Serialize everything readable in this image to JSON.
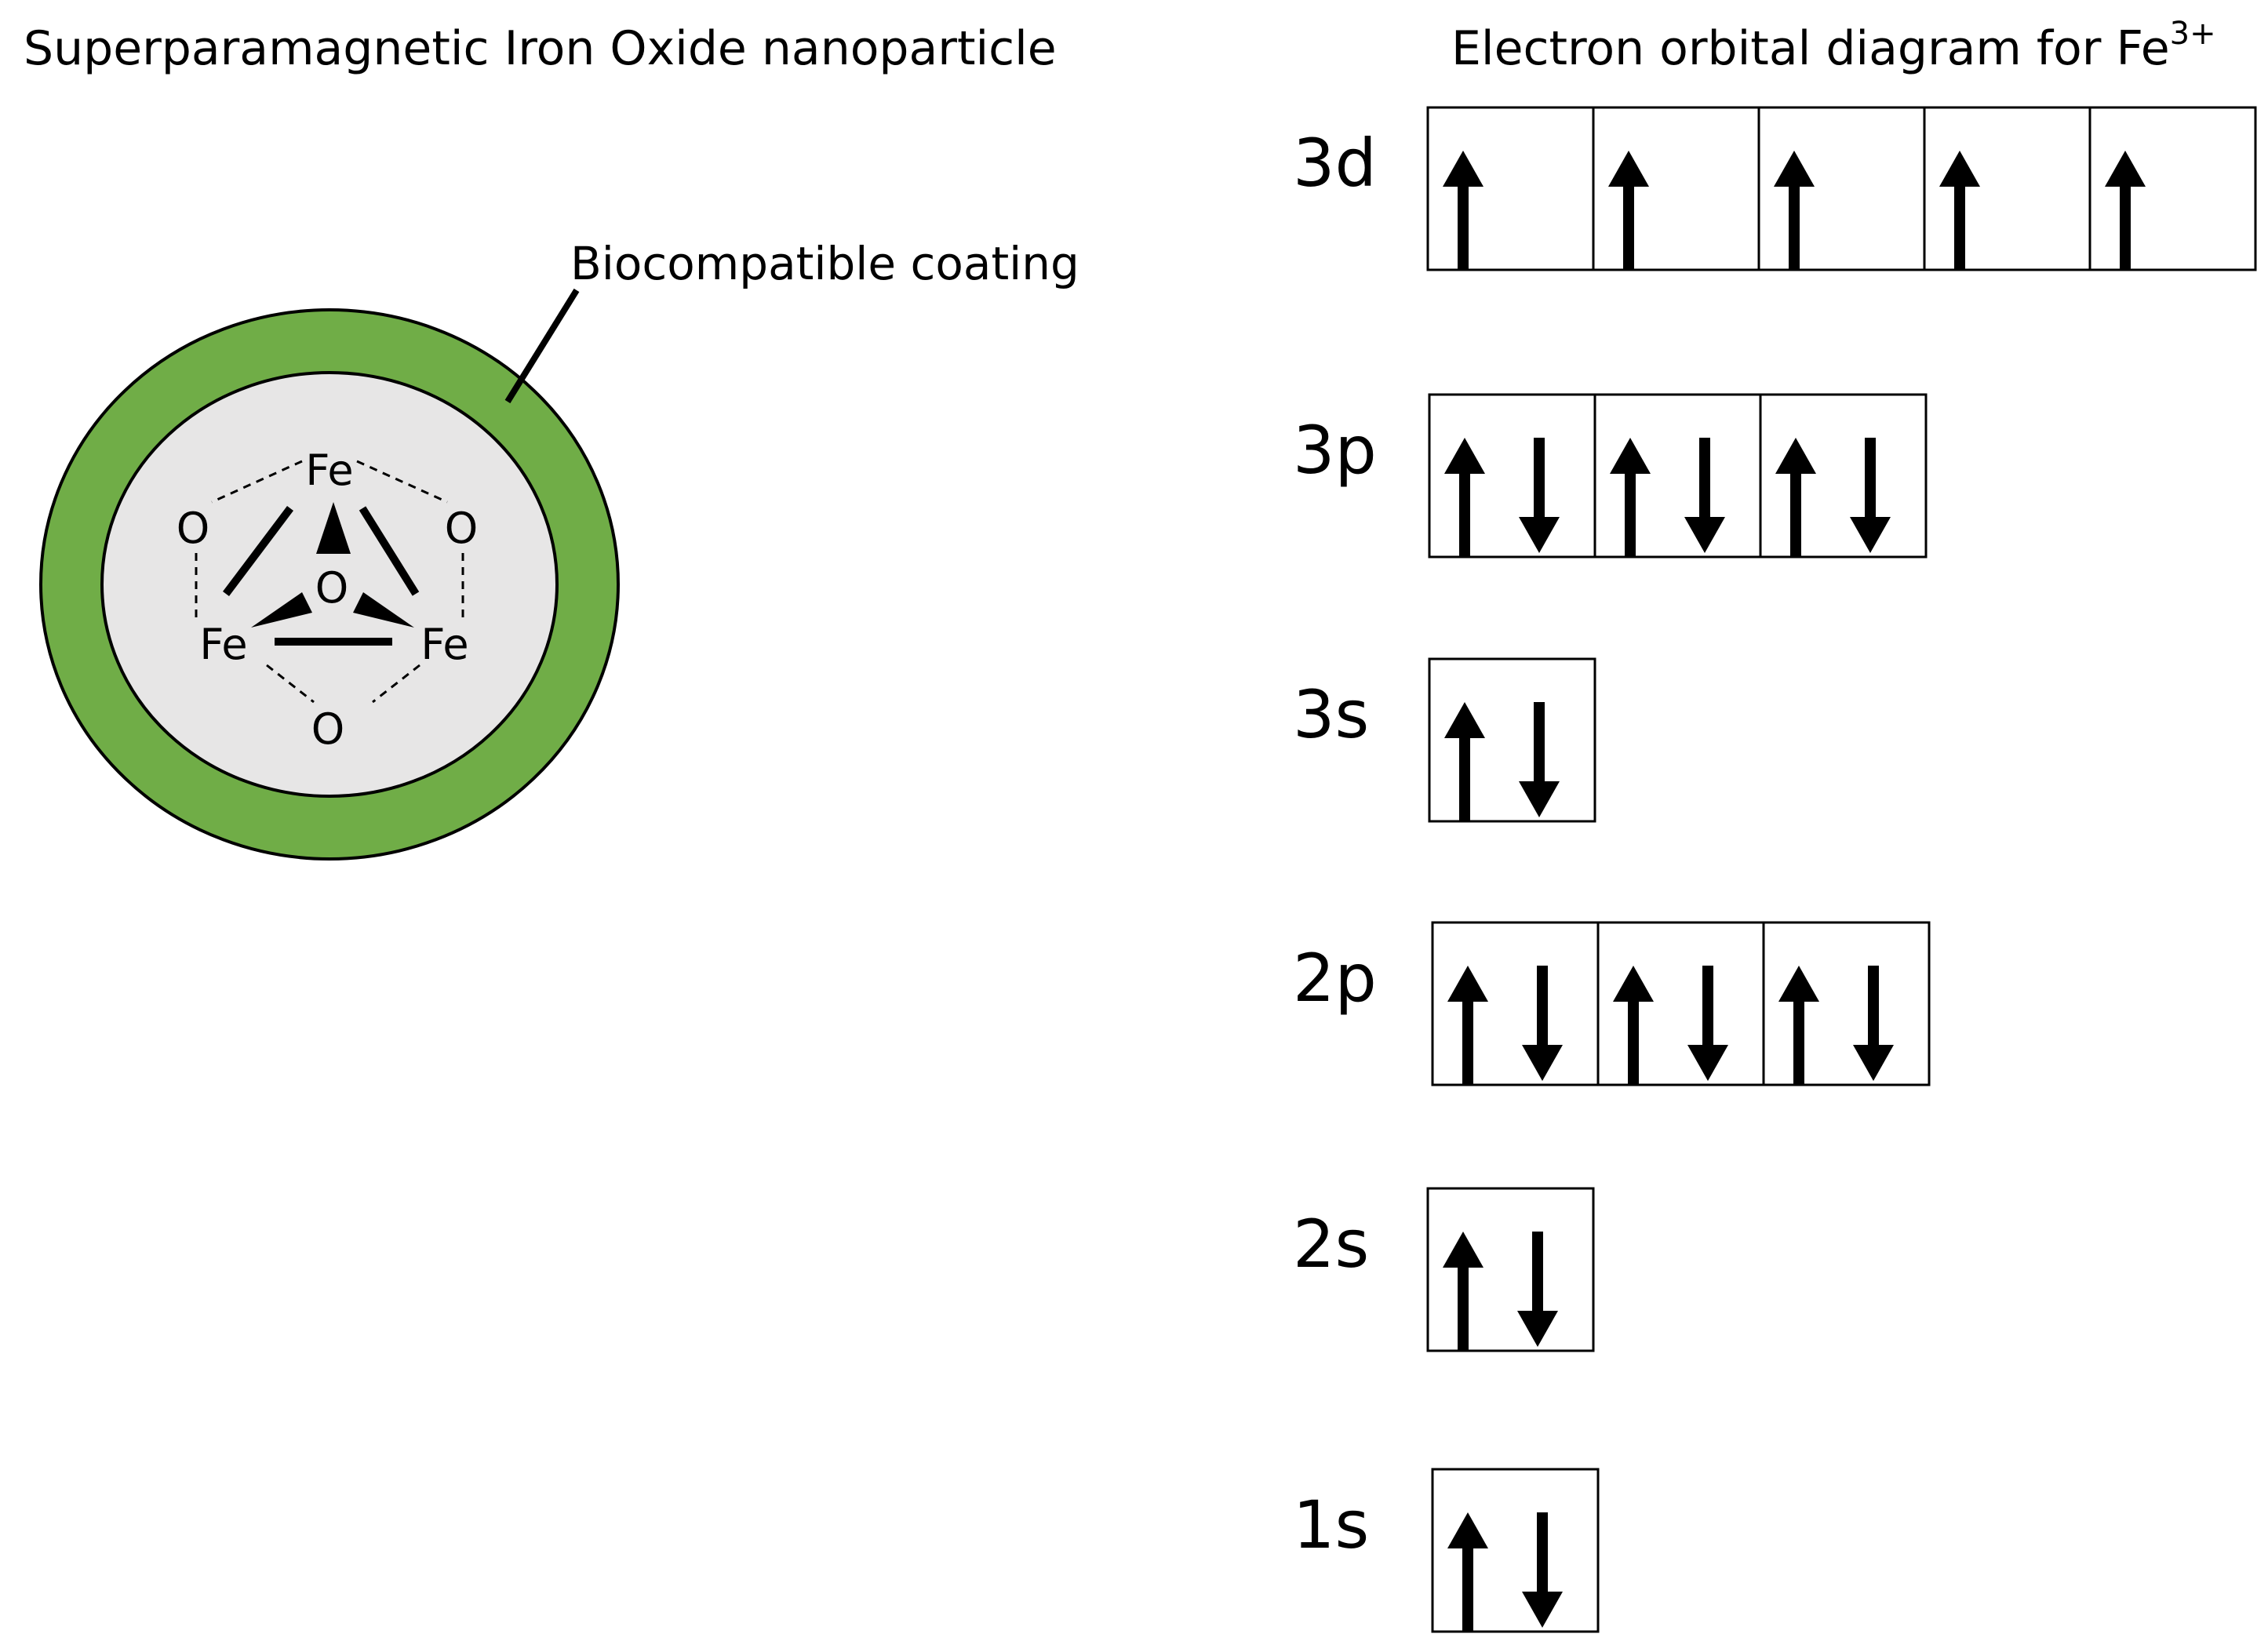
{
  "nanoparticle": {
    "title": "Superparamagnetic Iron Oxide nanoparticle",
    "coating_label": "Biocompatible coating",
    "coating_color": "#70ad47",
    "core_color": "#e7e6e6",
    "atoms": {
      "fe_top": "Fe",
      "fe_left": "Fe",
      "fe_right": "Fe",
      "o_center": "O",
      "o_left": "O",
      "o_right": "O",
      "o_bottom": "O"
    }
  },
  "orbital_diagram": {
    "title": "Electron orbital diagram for Fe",
    "title_superscript": "3+",
    "orbitals": [
      {
        "label": "3d",
        "boxes": [
          "up",
          "up",
          "up",
          "up",
          "up"
        ]
      },
      {
        "label": "3p",
        "boxes": [
          "updown",
          "updown",
          "updown"
        ]
      },
      {
        "label": "3s",
        "boxes": [
          "updown"
        ]
      },
      {
        "label": "2p",
        "boxes": [
          "updown",
          "updown",
          "updown"
        ]
      },
      {
        "label": "2s",
        "boxes": [
          "updown"
        ]
      },
      {
        "label": "1s",
        "boxes": [
          "updown"
        ]
      }
    ]
  }
}
